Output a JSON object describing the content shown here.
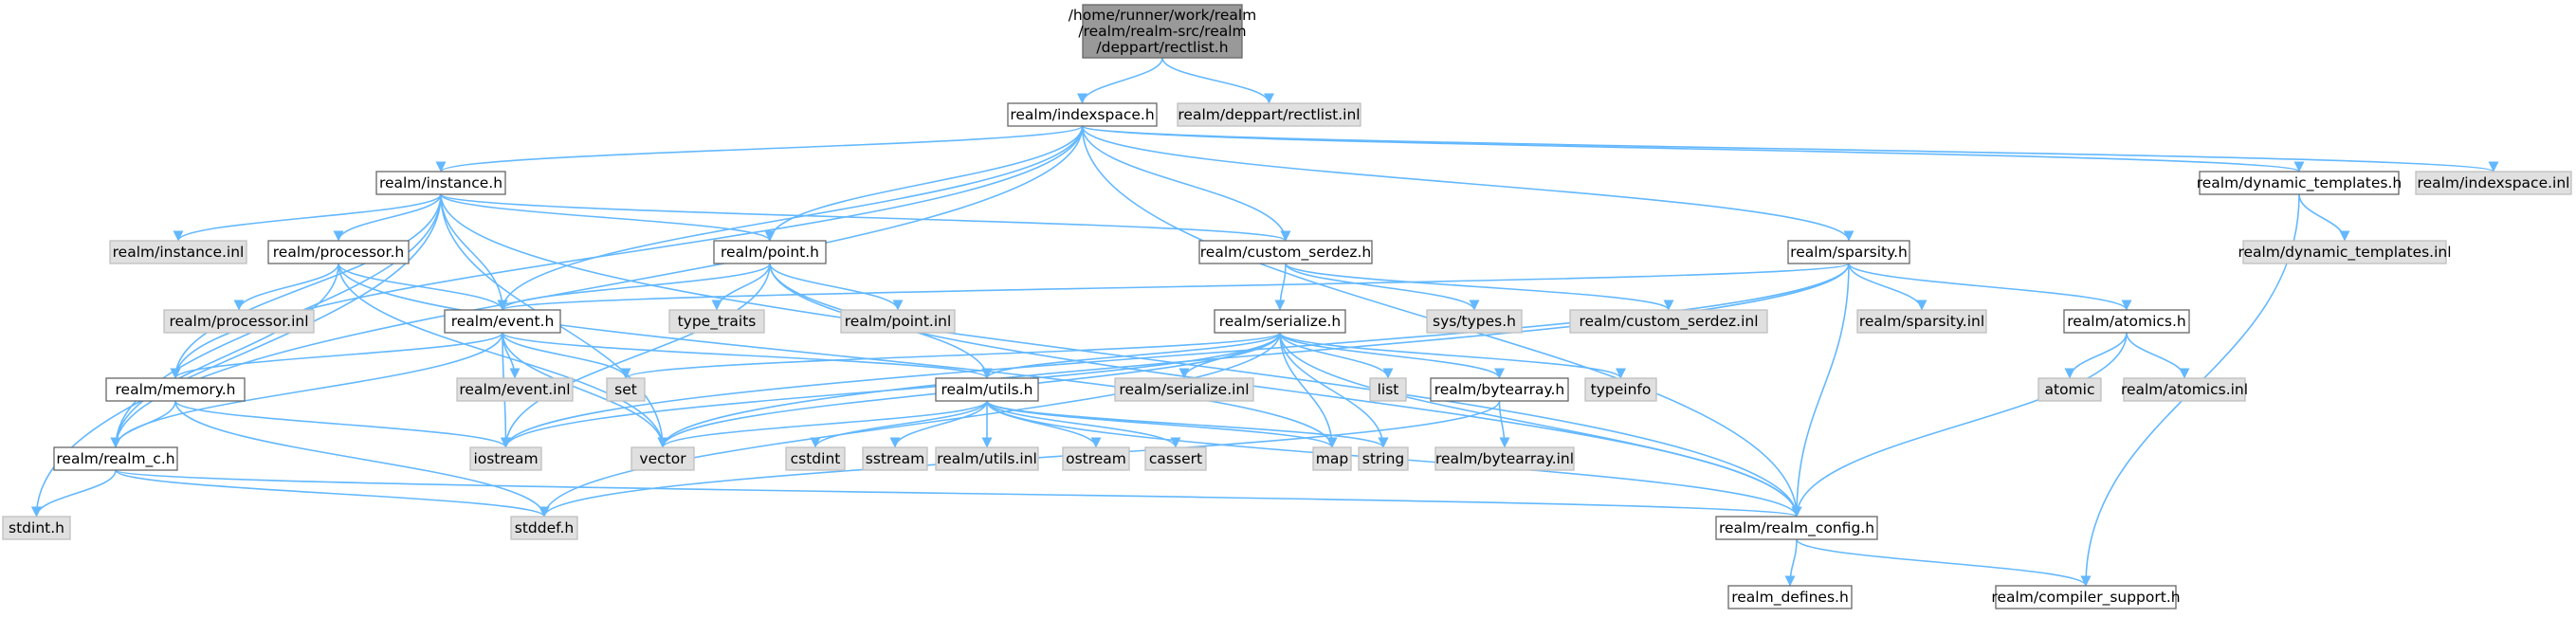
{
  "colors": {
    "background": "#ffffff",
    "edge": "#63b8ff",
    "root_fill": "#999999",
    "local_fill": "#ffffff",
    "external_fill": "#e0e0e0",
    "border": "#666666",
    "text": "#000000"
  },
  "nodes": [
    {
      "id": "root",
      "lines": [
        "/home/runner/work/realm",
        "/realm/realm-src/realm",
        "/deppart/rectlist.h"
      ],
      "kind": "root"
    },
    {
      "id": "indexspace_h",
      "lines": [
        "realm/indexspace.h"
      ],
      "kind": "local"
    },
    {
      "id": "rectlist_inl",
      "lines": [
        "realm/deppart/rectlist.inl"
      ],
      "kind": "external"
    },
    {
      "id": "instance_h",
      "lines": [
        "realm/instance.h"
      ],
      "kind": "local"
    },
    {
      "id": "dynamic_templates_h",
      "lines": [
        "realm/dynamic_templates.h"
      ],
      "kind": "local"
    },
    {
      "id": "indexspace_inl",
      "lines": [
        "realm/indexspace.inl"
      ],
      "kind": "external"
    },
    {
      "id": "instance_inl",
      "lines": [
        "realm/instance.inl"
      ],
      "kind": "external"
    },
    {
      "id": "processor_h",
      "lines": [
        "realm/processor.h"
      ],
      "kind": "local"
    },
    {
      "id": "point_h",
      "lines": [
        "realm/point.h"
      ],
      "kind": "local"
    },
    {
      "id": "custom_serdez_h",
      "lines": [
        "realm/custom_serdez.h"
      ],
      "kind": "local"
    },
    {
      "id": "sparsity_h",
      "lines": [
        "realm/sparsity.h"
      ],
      "kind": "local"
    },
    {
      "id": "dynamic_templates_inl",
      "lines": [
        "realm/dynamic_templates.inl"
      ],
      "kind": "external"
    },
    {
      "id": "processor_inl",
      "lines": [
        "realm/processor.inl"
      ],
      "kind": "external"
    },
    {
      "id": "type_traits",
      "lines": [
        "type_traits"
      ],
      "kind": "external"
    },
    {
      "id": "point_inl",
      "lines": [
        "realm/point.inl"
      ],
      "kind": "external"
    },
    {
      "id": "sys_types_h",
      "lines": [
        "sys/types.h"
      ],
      "kind": "external"
    },
    {
      "id": "custom_serdez_inl",
      "lines": [
        "realm/custom_serdez.inl"
      ],
      "kind": "external"
    },
    {
      "id": "sparsity_inl",
      "lines": [
        "realm/sparsity.inl"
      ],
      "kind": "external"
    },
    {
      "id": "atomics_h",
      "lines": [
        "realm/atomics.h"
      ],
      "kind": "local"
    },
    {
      "id": "event_h",
      "lines": [
        "realm/event.h"
      ],
      "kind": "local"
    },
    {
      "id": "serialize_h",
      "lines": [
        "realm/serialize.h"
      ],
      "kind": "local"
    },
    {
      "id": "event_inl",
      "lines": [
        "realm/event.inl"
      ],
      "kind": "external"
    },
    {
      "id": "set",
      "lines": [
        "set"
      ],
      "kind": "external"
    },
    {
      "id": "utils_h",
      "lines": [
        "realm/utils.h"
      ],
      "kind": "local"
    },
    {
      "id": "serialize_inl",
      "lines": [
        "realm/serialize.inl"
      ],
      "kind": "external"
    },
    {
      "id": "list",
      "lines": [
        "list"
      ],
      "kind": "external"
    },
    {
      "id": "bytearray_h",
      "lines": [
        "realm/bytearray.h"
      ],
      "kind": "local"
    },
    {
      "id": "typeinfo",
      "lines": [
        "typeinfo"
      ],
      "kind": "external"
    },
    {
      "id": "atomic",
      "lines": [
        "atomic"
      ],
      "kind": "external"
    },
    {
      "id": "atomics_inl",
      "lines": [
        "realm/atomics.inl"
      ],
      "kind": "external"
    },
    {
      "id": "memory_h",
      "lines": [
        "realm/memory.h"
      ],
      "kind": "local"
    },
    {
      "id": "iostream",
      "lines": [
        "iostream"
      ],
      "kind": "external"
    },
    {
      "id": "vector",
      "lines": [
        "vector"
      ],
      "kind": "external"
    },
    {
      "id": "cstdint",
      "lines": [
        "cstdint"
      ],
      "kind": "external"
    },
    {
      "id": "sstream",
      "lines": [
        "sstream"
      ],
      "kind": "external"
    },
    {
      "id": "utils_inl",
      "lines": [
        "realm/utils.inl"
      ],
      "kind": "external"
    },
    {
      "id": "ostream",
      "lines": [
        "ostream"
      ],
      "kind": "external"
    },
    {
      "id": "cassert",
      "lines": [
        "cassert"
      ],
      "kind": "external"
    },
    {
      "id": "map",
      "lines": [
        "map"
      ],
      "kind": "external"
    },
    {
      "id": "string",
      "lines": [
        "string"
      ],
      "kind": "external"
    },
    {
      "id": "bytearray_inl",
      "lines": [
        "realm/bytearray.inl"
      ],
      "kind": "external"
    },
    {
      "id": "realm_c_h",
      "lines": [
        "realm/realm_c.h"
      ],
      "kind": "local"
    },
    {
      "id": "stdint_h",
      "lines": [
        "stdint.h"
      ],
      "kind": "external"
    },
    {
      "id": "stddef_h",
      "lines": [
        "stddef.h"
      ],
      "kind": "external"
    },
    {
      "id": "realm_config_h",
      "lines": [
        "realm/realm_config.h"
      ],
      "kind": "local"
    },
    {
      "id": "realm_defines_h",
      "lines": [
        "realm_defines.h"
      ],
      "kind": "local"
    },
    {
      "id": "compiler_support_h",
      "lines": [
        "realm/compiler_support.h"
      ],
      "kind": "local"
    }
  ],
  "edges": [
    [
      "root",
      "indexspace_h"
    ],
    [
      "root",
      "rectlist_inl"
    ],
    [
      "indexspace_h",
      "instance_h"
    ],
    [
      "indexspace_h",
      "dynamic_templates_h"
    ],
    [
      "indexspace_h",
      "indexspace_inl"
    ],
    [
      "indexspace_h",
      "point_h"
    ],
    [
      "indexspace_h",
      "custom_serdez_h"
    ],
    [
      "indexspace_h",
      "sparsity_h"
    ],
    [
      "indexspace_h",
      "event_h"
    ],
    [
      "indexspace_h",
      "memory_h"
    ],
    [
      "indexspace_h",
      "realm_c_h"
    ],
    [
      "indexspace_h",
      "realm_config_h"
    ],
    [
      "instance_h",
      "instance_inl"
    ],
    [
      "instance_h",
      "processor_h"
    ],
    [
      "instance_h",
      "point_h"
    ],
    [
      "instance_h",
      "custom_serdez_h"
    ],
    [
      "instance_h",
      "event_h"
    ],
    [
      "instance_h",
      "memory_h"
    ],
    [
      "instance_h",
      "realm_c_h"
    ],
    [
      "instance_h",
      "stdint_h"
    ],
    [
      "instance_h",
      "vector"
    ],
    [
      "instance_h",
      "realm_config_h"
    ],
    [
      "dynamic_templates_h",
      "dynamic_templates_inl"
    ],
    [
      "dynamic_templates_h",
      "compiler_support_h"
    ],
    [
      "processor_h",
      "processor_inl"
    ],
    [
      "processor_h",
      "event_h"
    ],
    [
      "processor_h",
      "realm_c_h"
    ],
    [
      "processor_h",
      "vector"
    ],
    [
      "processor_h",
      "map"
    ],
    [
      "point_h",
      "type_traits"
    ],
    [
      "point_h",
      "point_inl"
    ],
    [
      "point_h",
      "event_h"
    ],
    [
      "point_h",
      "utils_h"
    ],
    [
      "point_h",
      "iostream"
    ],
    [
      "point_h",
      "realm_config_h"
    ],
    [
      "custom_serdez_h",
      "serialize_h"
    ],
    [
      "custom_serdez_h",
      "sys_types_h"
    ],
    [
      "custom_serdez_h",
      "custom_serdez_inl"
    ],
    [
      "sparsity_h",
      "sparsity_inl"
    ],
    [
      "sparsity_h",
      "atomics_h"
    ],
    [
      "sparsity_h",
      "event_h"
    ],
    [
      "sparsity_h",
      "iostream"
    ],
    [
      "sparsity_h",
      "vector"
    ],
    [
      "sparsity_h",
      "realm_config_h"
    ],
    [
      "atomics_h",
      "atomic"
    ],
    [
      "atomics_h",
      "atomics_inl"
    ],
    [
      "atomics_h",
      "realm_config_h"
    ],
    [
      "event_h",
      "event_inl"
    ],
    [
      "event_h",
      "set"
    ],
    [
      "event_h",
      "utils_h"
    ],
    [
      "event_h",
      "memory_h"
    ],
    [
      "event_h",
      "iostream"
    ],
    [
      "event_h",
      "vector"
    ],
    [
      "event_h",
      "realm_c_h"
    ],
    [
      "serialize_h",
      "set"
    ],
    [
      "serialize_h",
      "utils_h"
    ],
    [
      "serialize_h",
      "serialize_inl"
    ],
    [
      "serialize_h",
      "list"
    ],
    [
      "serialize_h",
      "bytearray_h"
    ],
    [
      "serialize_h",
      "typeinfo"
    ],
    [
      "serialize_h",
      "vector"
    ],
    [
      "serialize_h",
      "map"
    ],
    [
      "serialize_h",
      "string"
    ],
    [
      "serialize_h",
      "stddef_h"
    ],
    [
      "serialize_h",
      "realm_config_h"
    ],
    [
      "serialize_h",
      "iostream"
    ],
    [
      "utils_h",
      "cstdint"
    ],
    [
      "utils_h",
      "sstream"
    ],
    [
      "utils_h",
      "utils_inl"
    ],
    [
      "utils_h",
      "ostream"
    ],
    [
      "utils_h",
      "cassert"
    ],
    [
      "utils_h",
      "map"
    ],
    [
      "utils_h",
      "string"
    ],
    [
      "utils_h",
      "vector"
    ],
    [
      "utils_h",
      "realm_config_h"
    ],
    [
      "bytearray_h",
      "bytearray_inl"
    ],
    [
      "bytearray_h",
      "stddef_h"
    ],
    [
      "memory_h",
      "realm_c_h"
    ],
    [
      "memory_h",
      "iostream"
    ],
    [
      "memory_h",
      "stddef_h"
    ],
    [
      "realm_c_h",
      "stdint_h"
    ],
    [
      "realm_c_h",
      "stddef_h"
    ],
    [
      "realm_c_h",
      "realm_config_h"
    ],
    [
      "realm_config_h",
      "realm_defines_h"
    ],
    [
      "realm_config_h",
      "compiler_support_h"
    ]
  ]
}
